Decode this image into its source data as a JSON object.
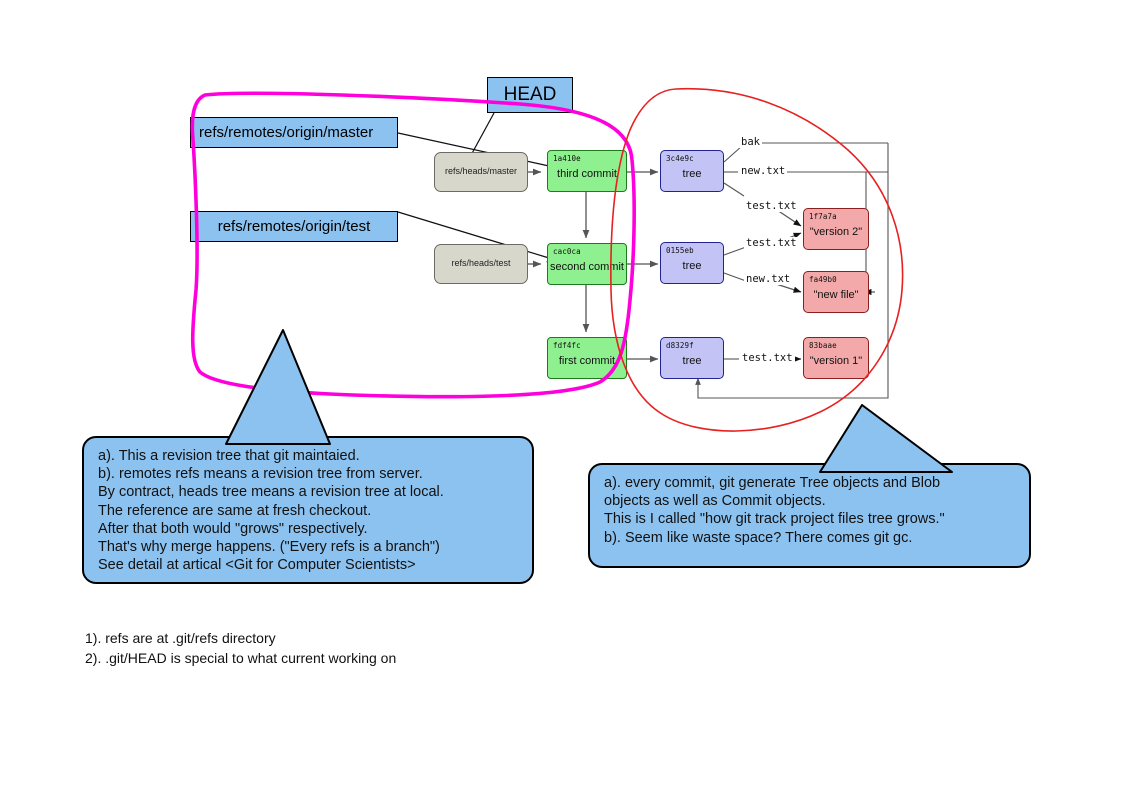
{
  "diagram": {
    "title": "git refs and object model annotated diagram",
    "refs": [
      {
        "id": "refs-heads-master",
        "label": "refs/heads/master",
        "kind": "ref"
      },
      {
        "id": "refs-heads-test",
        "label": "refs/heads/test",
        "kind": "ref"
      }
    ],
    "commits": [
      {
        "id": "commit-third",
        "hash": "1a410e",
        "label": "third commit"
      },
      {
        "id": "commit-second",
        "hash": "cac0ca",
        "label": "second commit"
      },
      {
        "id": "commit-first",
        "hash": "fdf4fc",
        "label": "first commit"
      }
    ],
    "trees": [
      {
        "id": "tree-3c4e9c",
        "hash": "3c4e9c",
        "label": "tree"
      },
      {
        "id": "tree-0155eb",
        "hash": "0155eb",
        "label": "tree"
      },
      {
        "id": "tree-d8329f",
        "hash": "d8329f",
        "label": "tree"
      }
    ],
    "blobs": [
      {
        "id": "blob-1f7a7a",
        "hash": "1f7a7a",
        "label": "\"version 2\""
      },
      {
        "id": "blob-fa49b0",
        "hash": "fa49b0",
        "label": "\"new file\""
      },
      {
        "id": "blob-83baae",
        "hash": "83baae",
        "label": "\"version 1\""
      }
    ],
    "edge_labels": [
      {
        "id": "edge-bak",
        "text": "bak"
      },
      {
        "id": "edge-newtxt-1",
        "text": "new.txt"
      },
      {
        "id": "edge-testtxt-1",
        "text": "test.txt"
      },
      {
        "id": "edge-testtxt-2",
        "text": "test.txt"
      },
      {
        "id": "edge-newtxt-2",
        "text": "new.txt"
      },
      {
        "id": "edge-testtxt-3",
        "text": "test.txt"
      }
    ]
  },
  "annotations": {
    "head_label": "HEAD",
    "remote_master_label": "refs/remotes/origin/master",
    "remote_test_label": "refs/remotes/origin/test",
    "magenta_color": "#ff00dd",
    "red_color": "#e82020",
    "callout_fill": "#8cc2f0"
  },
  "callout_left": {
    "lines": [
      "a). This a revision tree that git maintaied.",
      "b). remotes refs means a revision tree from server.",
      "By contract, heads tree means a revision tree at local.",
      "The reference are same at fresh checkout.",
      "After that both would \"grows\" respectively.",
      "That's why merge happens. (\"Every refs is a branch\")",
      "See detail at artical <Git for Computer Scientists>"
    ]
  },
  "callout_right": {
    "lines": [
      "a). every commit, git generate Tree objects and Blob",
      "objects as well as Commit objects.",
      "This is I called \"how git track project files tree grows.\"",
      "b). Seem like waste space? There comes git gc."
    ]
  },
  "notes": {
    "lines": [
      "1). refs are at .git/refs directory",
      "2). .git/HEAD is special to what current working on"
    ]
  }
}
